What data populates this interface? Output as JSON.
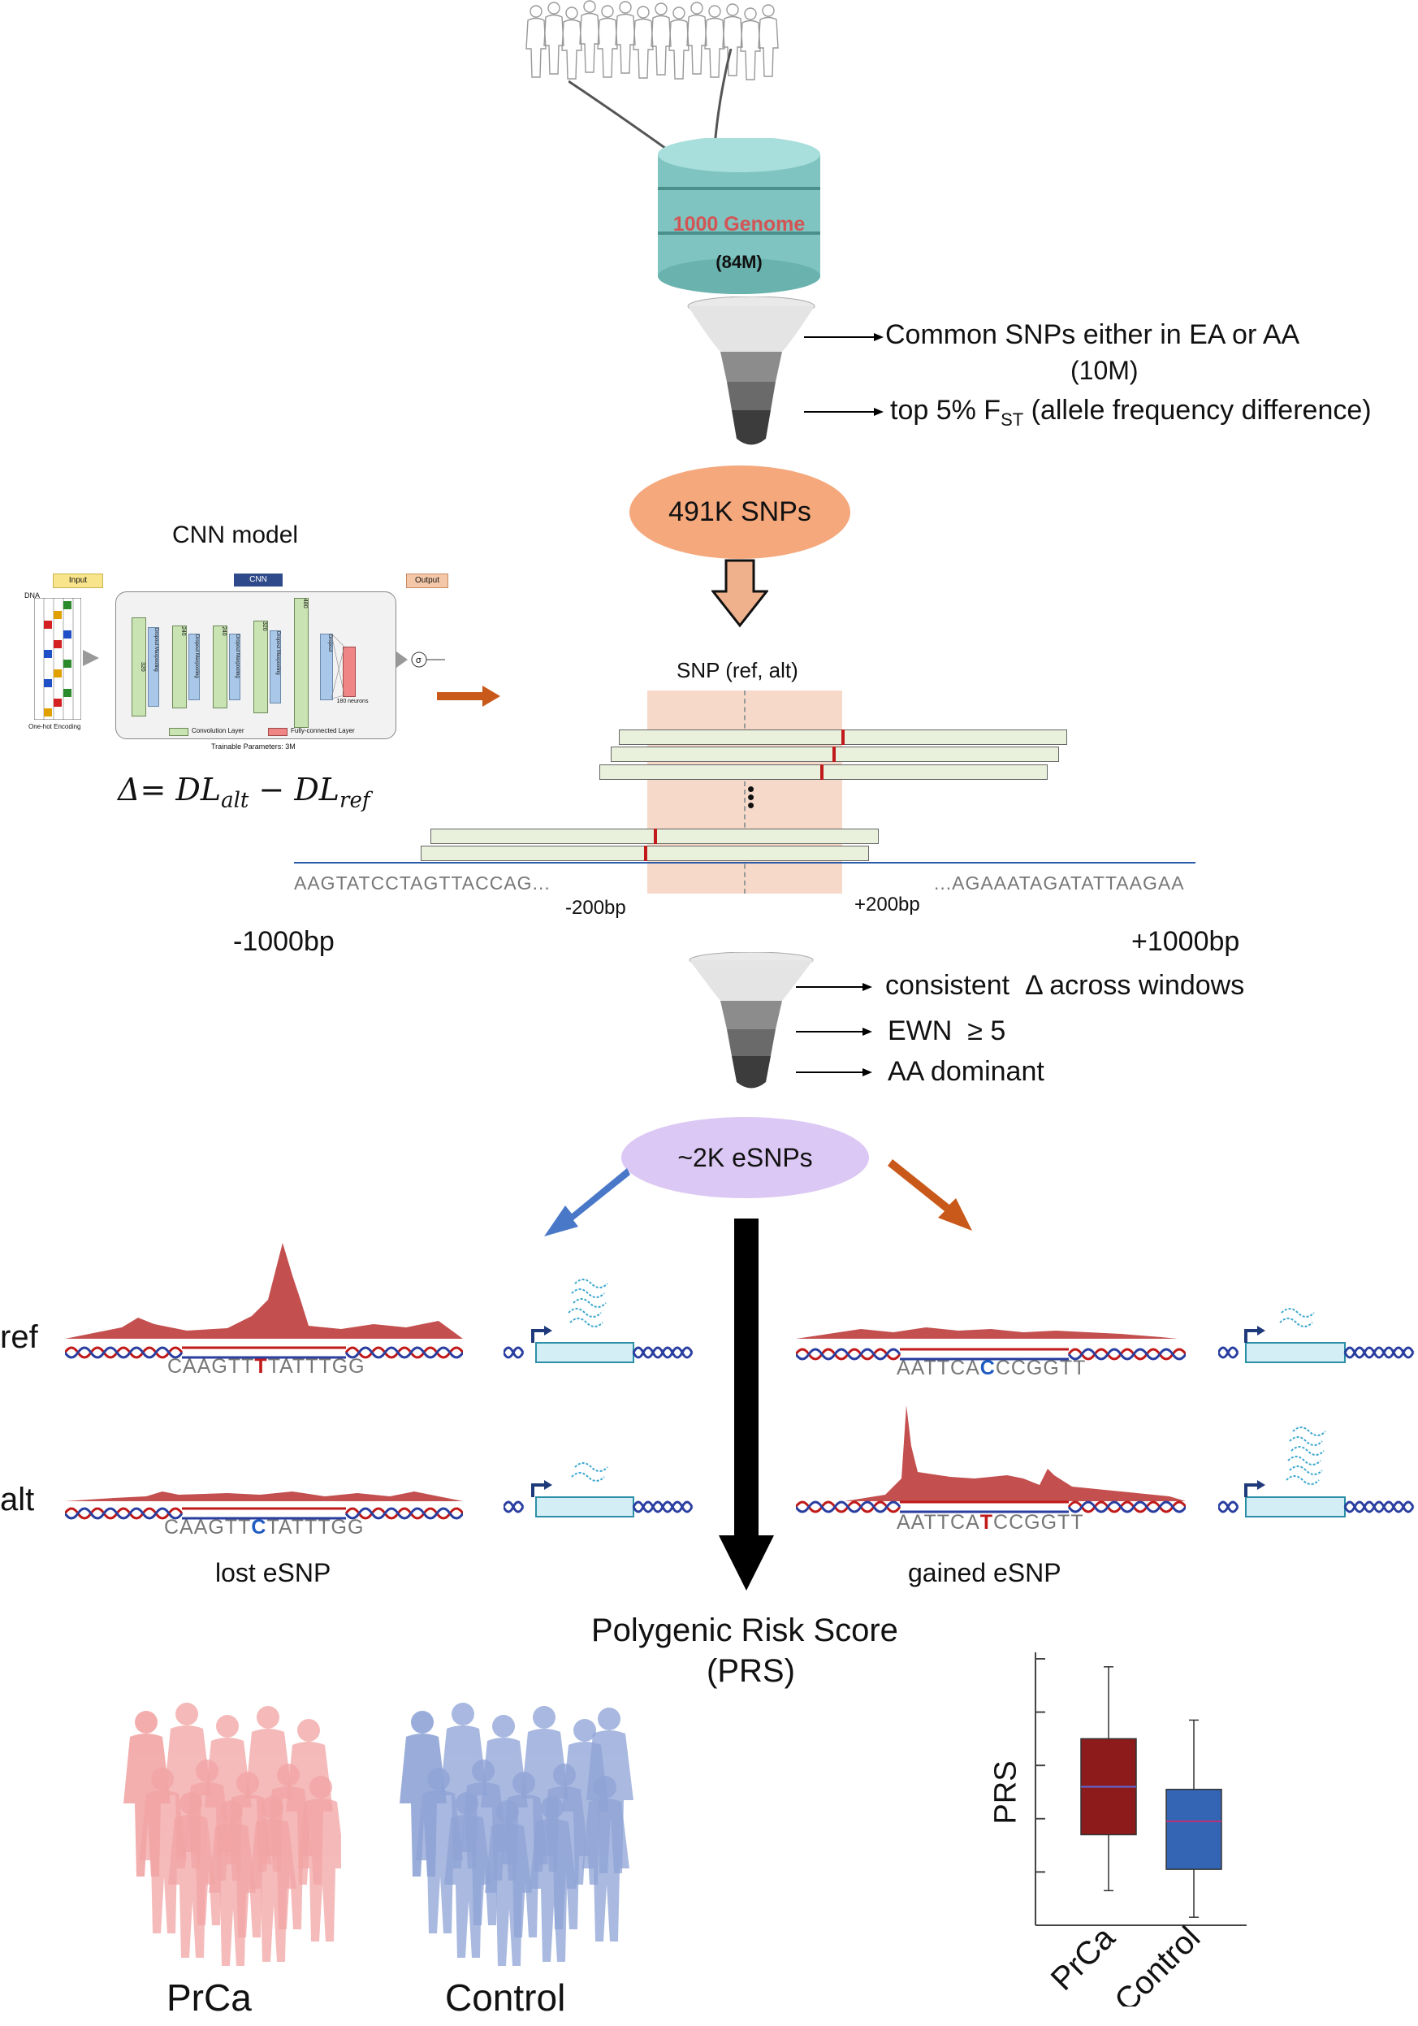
{
  "database": {
    "name": "1000 Genome",
    "count": "(84M)"
  },
  "filter1": {
    "step1": "Common SNPs either in EA or AA",
    "step1_count": "(10M)",
    "step2_pre": "top 5% F",
    "step2_sub": "ST",
    "step2_post": " (allele frequency difference)"
  },
  "snp_count": "491K SNPs",
  "cnn": {
    "title": "CNN model",
    "input_tag": "Input",
    "cnn_tag": "CNN",
    "output_tag": "Output",
    "dna_label": "DNA",
    "encoding_label": "One-hot Encoding",
    "layers": [
      "320",
      "Dropout Maxpooling",
      "240",
      "Dropout Maxpooling",
      "240",
      "Dropout Maxpooling",
      "320",
      "Dropout Maxpooling",
      "480",
      "Dropout",
      "180 neurons"
    ],
    "legend_conv": "Convolution Layer",
    "legend_fc": "Fully-connected Layer",
    "params": "Trainable Parameters: 3M",
    "formula_lhs": "Δ= DL",
    "formula_sub1": "alt",
    "formula_mid": " − DL",
    "formula_sub2": "ref"
  },
  "window": {
    "title": "SNP (ref, alt)",
    "seq_left": "AAGTATCCTAGTTACCAG...",
    "seq_right": "...AGAAATAGATATTAAGAA",
    "minus200": "-200bp",
    "plus200": "+200bp",
    "minus1000": "-1000bp",
    "plus1000": "+1000bp"
  },
  "filter2": {
    "c1": "consistent  Δ across windows",
    "c2": "EWN  ≥ 5",
    "c3": "AA dominant"
  },
  "esnp_count": "~2K eSNPs",
  "examples": {
    "ref_label": "ref",
    "alt_label": "alt",
    "lost": {
      "label": "lost eSNP",
      "ref_pre": "CAAGTT",
      "ref_base": "T",
      "ref_post": "TATTTGG",
      "alt_pre": "CAAGTT",
      "alt_base": "C",
      "alt_post": "TATTTGG"
    },
    "gained": {
      "label": "gained eSNP",
      "ref_pre": "AATTCA",
      "ref_base": "C",
      "ref_post": "CCGGTT",
      "alt_pre": "AATTCA",
      "alt_base": "T",
      "alt_post": "CCGGTT"
    }
  },
  "prs": {
    "line1": "Polygenic Risk Score",
    "line2": "(PRS)"
  },
  "groups": {
    "case": "PrCa",
    "control": "Control"
  },
  "colors": {
    "case": "#8e1b1b",
    "control": "#3465b5",
    "funnel_top": "#e8e8e8",
    "arrow_orange": "#c9591a",
    "arrow_blue": "#4a78c9"
  },
  "chart_data": {
    "type": "box",
    "ylabel": "PRS",
    "categories": [
      "PrCa",
      "Control"
    ],
    "series": [
      {
        "name": "PrCa",
        "whisker_low": 0.13,
        "q1": 0.34,
        "median": 0.52,
        "q3": 0.7,
        "whisker_high": 0.97
      },
      {
        "name": "Control",
        "whisker_low": 0.03,
        "q1": 0.21,
        "median": 0.39,
        "q3": 0.51,
        "whisker_high": 0.77
      }
    ]
  }
}
